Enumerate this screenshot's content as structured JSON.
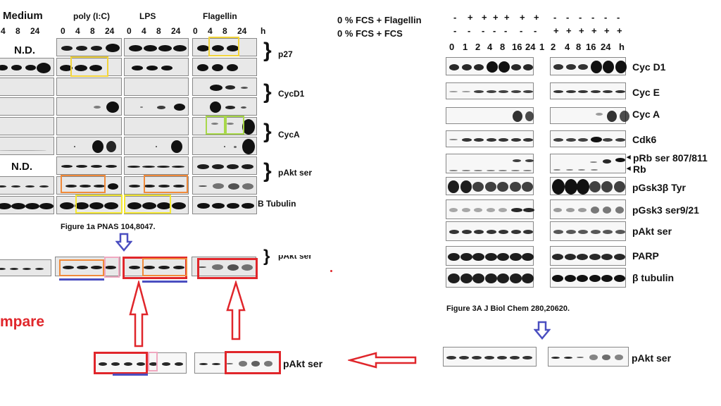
{
  "figure1": {
    "groups": [
      "Medium",
      "poly (I:C)",
      "LPS",
      "Flagellin"
    ],
    "timepoints": [
      "0",
      "4",
      "8",
      "24"
    ],
    "time_unit": "h",
    "nd_label": "N.D.",
    "rows": [
      "p27",
      "CycD1",
      "CycA",
      "pAkt ser",
      "B Tubulin"
    ],
    "caption": "Figure 1a  PNAS 104,8047."
  },
  "figure3": {
    "treatments": [
      {
        "label": "0 % FCS + Flagellin",
        "signs": [
          "-",
          "+",
          "+",
          "+",
          "+",
          "+",
          "+",
          "-",
          "-",
          "-",
          "-",
          "-",
          "-"
        ]
      },
      {
        "label": "0 % FCS + FCS",
        "signs": [
          "-",
          "-",
          "-",
          "-",
          "-",
          "-",
          "-",
          "+",
          "+",
          "+",
          "+",
          "+",
          "+"
        ]
      }
    ],
    "timepoints_left": [
      "0",
      "1",
      "2",
      "4",
      "8",
      "16",
      "24"
    ],
    "timepoints_right": [
      "1",
      "2",
      "4",
      "8",
      "16",
      "24"
    ],
    "time_unit": "h",
    "rows": [
      "Cyc D1",
      "Cyc E",
      "Cyc A",
      "Cdk6",
      "pRb ser 807/811",
      "Rb",
      "pGsk3β Tyr",
      "pGsk3 ser9/21",
      "pAkt ser",
      "PARP",
      "β tubulin"
    ],
    "caption": "Figure 3A J Biol Chem 280,20620."
  },
  "comparison": {
    "left_label": "pAkt ser",
    "bottom_label": "pAkt ser",
    "right_label": "pAkt ser",
    "compare_text": "mpare"
  },
  "colors": {
    "red": "#e0262b",
    "blue": "#4a4ec0",
    "orange": "#f08a3a",
    "yellow": "#f2d43a",
    "green": "#a8d84a",
    "pink": "#f0a8c0"
  }
}
